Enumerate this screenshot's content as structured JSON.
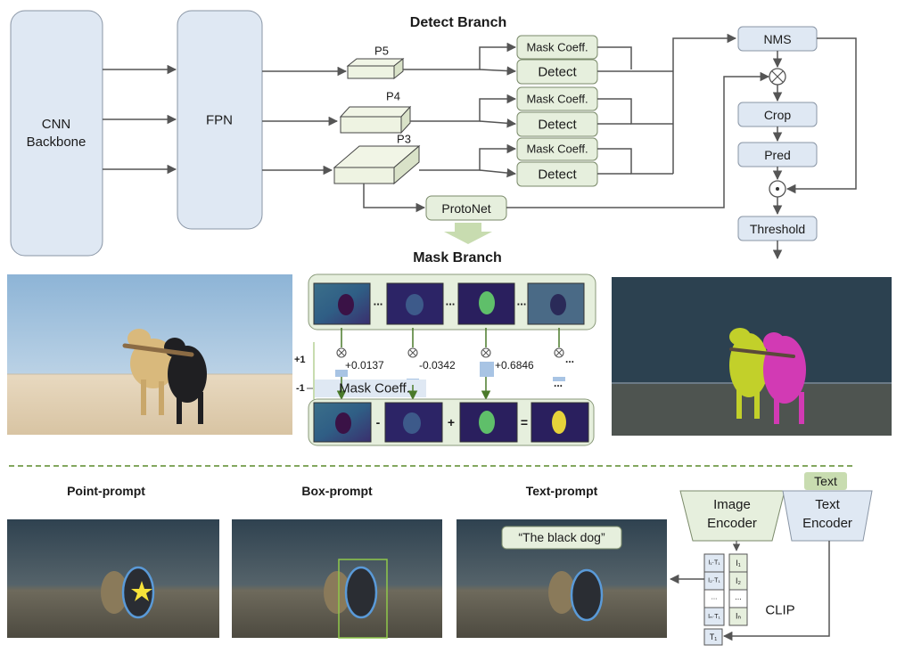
{
  "detect": {
    "backbone": "CNN\nBackbone",
    "fpn": "FPN",
    "title": "Detect Branch",
    "p5": "P5",
    "p4": "P4",
    "p3": "P3",
    "mask_coeff": "Mask Coeff.",
    "detect": "Detect",
    "protonet": "ProtoNet",
    "nms": "NMS",
    "crop": "Crop",
    "pred": "Pred",
    "threshold": "Threshold"
  },
  "mask_branch": {
    "title": "Mask Branch",
    "ellipsis": "...",
    "coefficients": [
      "+0.0137",
      "-0.0342",
      "+0.6846",
      "..."
    ],
    "coeff_label": "Mask Coeff.",
    "axis_top": "+1",
    "axis_bottom": "-1",
    "minus": "-",
    "plus": "+",
    "equals": "="
  },
  "prompts": {
    "point": "Point-prompt",
    "box": "Box-prompt",
    "text": "Text-prompt",
    "text_query": "“The black dog”"
  },
  "clip": {
    "text_tag": "Text",
    "image_encoder": "Image\nEncoder",
    "text_encoder": "Text\nEncoder",
    "label": "CLIP",
    "sim_cells": [
      "I₁·T₁",
      "I₂·T₁",
      "...",
      "Iₙ·T₁"
    ],
    "image_cells": [
      "I₁",
      "I₂",
      "...",
      "Iₙ"
    ],
    "text_cell": "T₁"
  },
  "colors": {
    "blue_box": "#dfe8f3",
    "green_box": "#e6efdd",
    "sky": "#a9c6de",
    "sand": "#e3d3b9",
    "yellow_mask": "#c2d02a",
    "magenta_mask": "#d23ab4",
    "dash": "#5a8a2a"
  }
}
